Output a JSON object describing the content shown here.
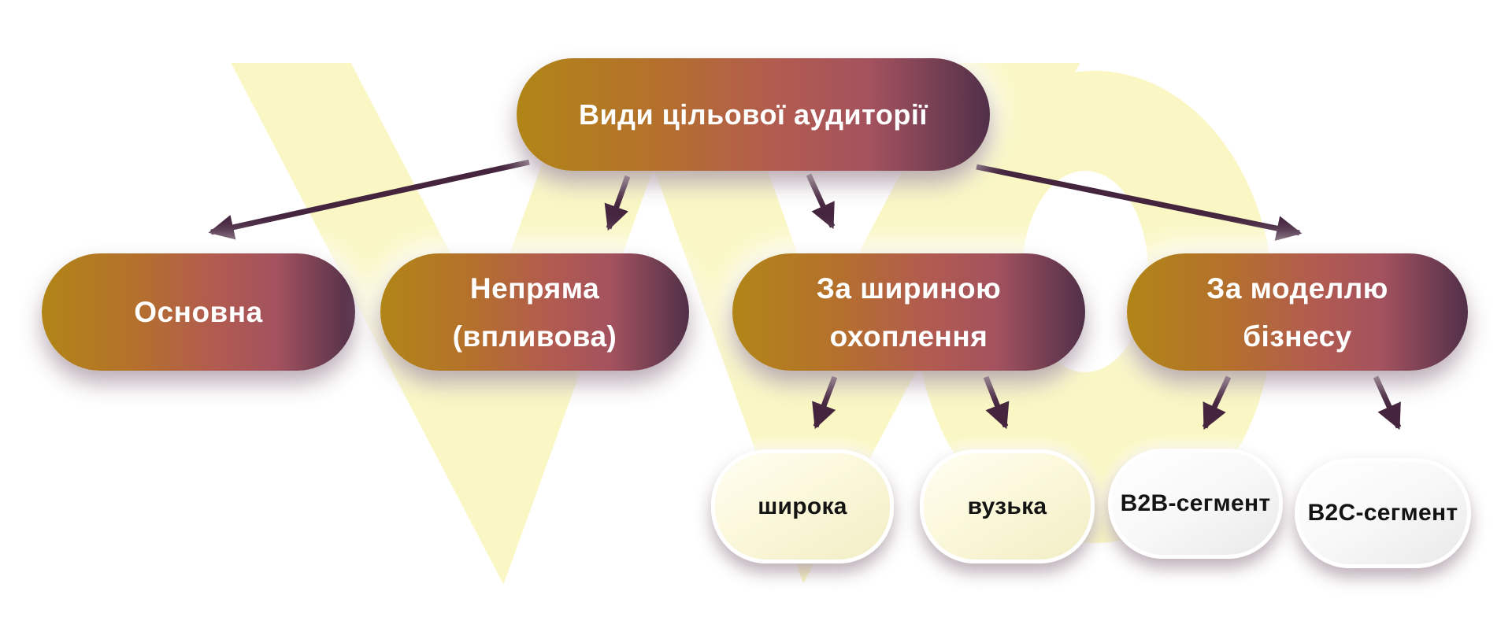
{
  "diagram": {
    "root": {
      "label": "Види цільової аудиторії"
    },
    "level2": [
      {
        "id": "osnovna",
        "lines": [
          "Основна"
        ]
      },
      {
        "id": "nepriama",
        "lines": [
          "Непряма",
          "(впливова)"
        ]
      },
      {
        "id": "shyryna",
        "lines": [
          "За шириною",
          "охоплення"
        ]
      },
      {
        "id": "model",
        "lines": [
          "За моделлю",
          "бізнесу"
        ]
      }
    ],
    "level3": [
      {
        "id": "shyroka",
        "label": "широка",
        "parent": "shyryna"
      },
      {
        "id": "vuzka",
        "label": "вузька",
        "parent": "shyryna"
      },
      {
        "id": "b2b",
        "label": "B2B-сегмент",
        "parent": "model"
      },
      {
        "id": "b2c",
        "label": "B2C-сегмент",
        "parent": "model"
      }
    ],
    "colors": {
      "gradient_start": "#b18517",
      "gradient_mid": "#b25b50",
      "gradient_end": "#513049",
      "arrow": "#45253e",
      "watermark_yellow": "#faf7c5",
      "cream_node_fill": "#faf6d2",
      "white_node_fill": "#ffffff",
      "text_on_gradient": "#ffffff",
      "text_on_light": "#141414"
    }
  }
}
